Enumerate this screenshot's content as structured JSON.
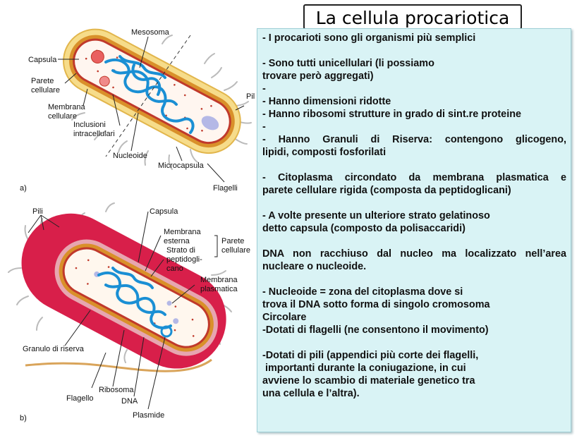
{
  "title": "La cellula procariotica",
  "figure_a": {
    "panel": "a)",
    "labels": {
      "mesosoma": "Mesosoma",
      "capsula": "Capsula",
      "parete1": "Parete",
      "parete2": "cellulare",
      "membrana1": "Membrana",
      "membrana2": "cellulare",
      "inclusioni1": "Inclusioni",
      "inclusioni2": "intracellulari",
      "nucleoide": "Nucleoide",
      "microcapsula": "Microcapsula",
      "pili": "Pili",
      "flagelli": "Flagelli"
    }
  },
  "figure_b": {
    "panel": "b)",
    "labels": {
      "pili": "Pili",
      "capsula": "Capsula",
      "membrana_esterna1": "Membrana",
      "membrana_esterna2": "esterna",
      "strato1": "Strato di",
      "strato2": "peptidogli-",
      "strato3": "cano",
      "parete1": "Parete",
      "parete2": "cellulare",
      "membrana_pl1": "Membrana",
      "membrana_pl2": "plasmatica",
      "granulo": "Granulo di riserva",
      "flagello": "Flagello",
      "ribosoma": "Ribosoma",
      "dna": "DNA",
      "plasmide": "Plasmide"
    }
  },
  "text": {
    "l1": "- I procarioti sono gli organismi più semplici",
    "l2": "- Sono tutti unicellulari (li possiamo",
    "l3": "trovare però aggregati)",
    "l4": "-",
    "l5": "- Hanno dimensioni ridotte",
    "l6": "- Hanno ribosomi strutture in grado di sint.re proteine",
    "l7": "-",
    "l8": "- Hanno Granuli di Riserva: contengono glicogeno,",
    "l9": "lipidi, composti fosforilati",
    "l10": "- Citoplasma circondato da  membrana plasmatica e",
    "l11": "parete cellulare rigida (composta da peptidoglicani)",
    "l12": "- A volte presente un ulteriore strato gelatinoso",
    "l13": "detto capsula (composto da polisaccaridi)",
    "l14": "DNA non racchiuso dal nucleo ma localizzato nell’area",
    "l15": "nucleare o nucleoide.",
    "l16": "- Nucleoide = zona del citoplasma dove si",
    "l17": "trova il DNA sotto forma di singolo cromosoma",
    "l18": "Circolare",
    "l19": "-Dotati di flagelli (ne consentono il movimento)",
    "l20": "-Dotati di pili (appendici più corte dei flagelli,",
    "l21": " importanti durante la coniugazione, in cui",
    "l22": "avviene lo scambio di materiale genetico tra",
    "l23": "una cellula e l’altra)."
  },
  "colors": {
    "capsule_a": "#f6dc8a",
    "wall": "#d9902a",
    "membrane": "#c0392b",
    "capsule_b": "#d81f4a",
    "dna": "#1a8fd4",
    "textbox": "#d9f3f5"
  }
}
